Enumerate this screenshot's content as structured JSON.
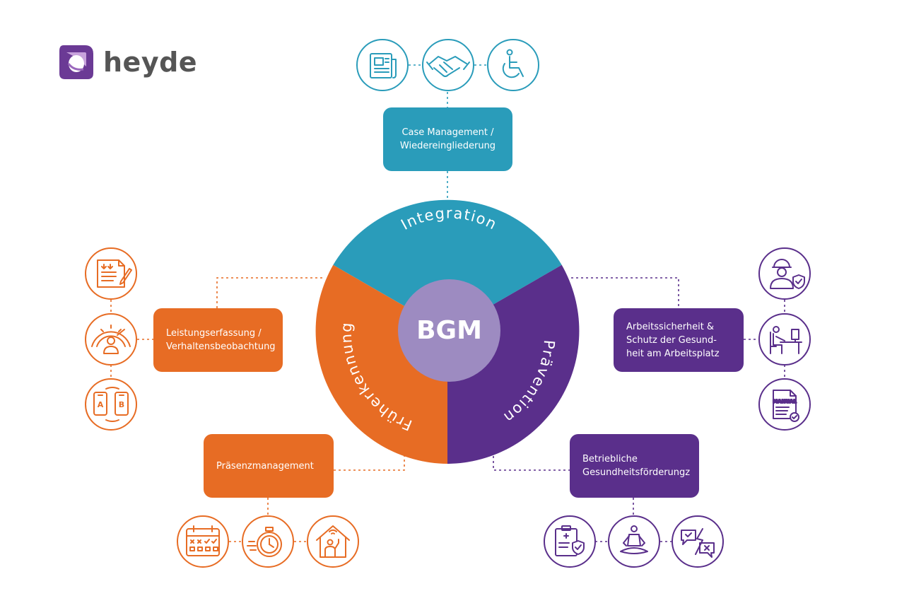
{
  "logo": {
    "text": "heyde"
  },
  "center": {
    "label": "BGM"
  },
  "segments": {
    "integration": "Integration",
    "praevention": "Prävention",
    "frueherkennung": "Früherkennung"
  },
  "boxes": {
    "case_management": "Case Management /\nWiedereingliederung",
    "leistung": "Leistungserfassung /\nVerhaltensbeobachtung",
    "praesenz": "Präsenzmanagement",
    "arbeitssicherheit": "Arbeitssicherheit &\nSchutz der Gesund-\nheit am Arbeitsplatz",
    "gesundheit": "Betriebliche\nGesundheitsförderungz"
  },
  "icons": {
    "manual_label": "MANUAL",
    "phone_a": "A",
    "phone_b": "B"
  },
  "colors": {
    "teal": "#2a9cba",
    "orange": "#e76c24",
    "purple": "#5a2f8b",
    "center": "#9d8bc1",
    "logo_text": "#555555"
  }
}
